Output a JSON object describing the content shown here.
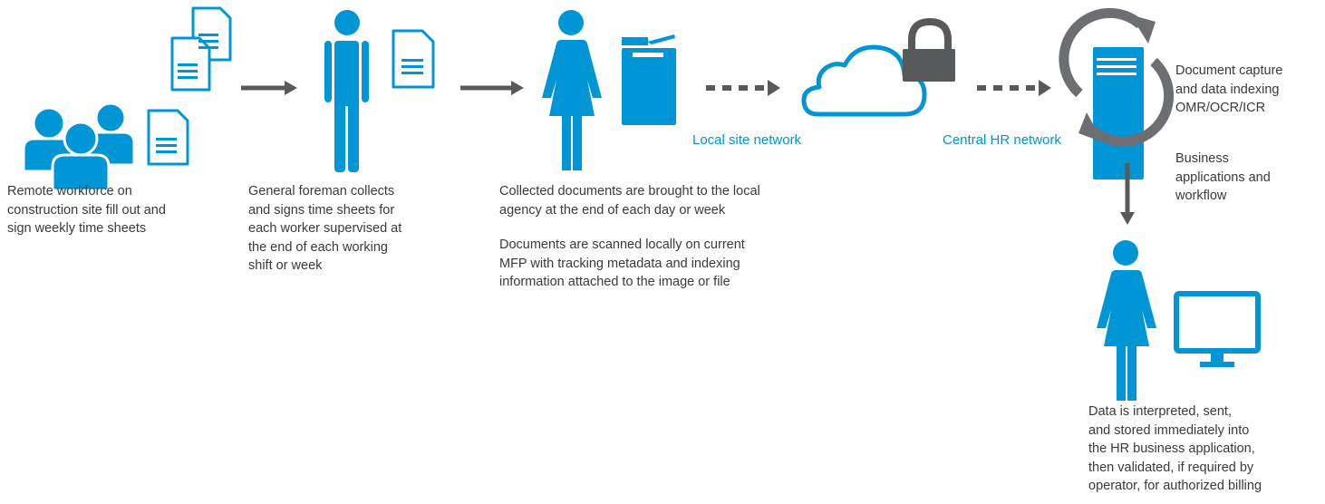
{
  "colors": {
    "accent": "#0096d6",
    "arrow": "#58595b",
    "text": "#3a3a3a"
  },
  "stages": [
    {
      "caption": "Remote workforce on\nconstruction site fill out and\nsign weekly time sheets"
    },
    {
      "caption": "General foreman collects\nand signs time sheets for\neach worker supervised at\nthe end of each working\nshift or week"
    },
    {
      "caption": "Collected documents are brought to the local\nagency at the end of each day or week"
    },
    {
      "caption": "Documents are scanned locally on current\nMFP with tracking metadata and indexing\ninformation attached to the image or file"
    }
  ],
  "networks": {
    "local": "Local site network",
    "central": "Central HR network"
  },
  "server": {
    "capture": "Document capture\nand data indexing\nOMR/OCR/ICR",
    "business": "Business\napplications and\nworkflow"
  },
  "final_caption": "Data is interpreted, sent,\nand stored immediately into\nthe HR business application,\nthen validated, if required by\noperator, for authorized billing"
}
